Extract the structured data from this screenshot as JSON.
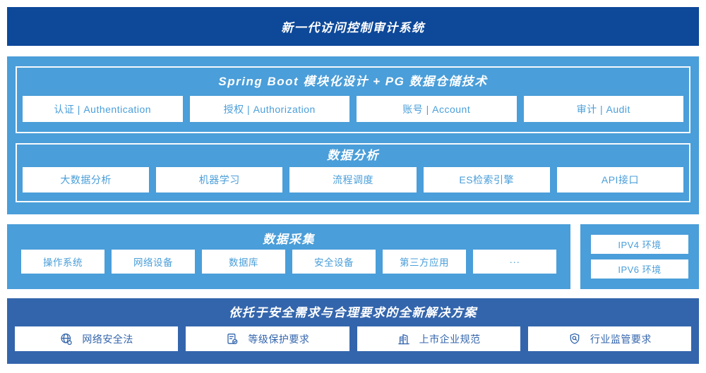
{
  "colors": {
    "banner_bg": "#0d4899",
    "section_bg": "#4a9ed9",
    "solution_bg": "#3365ac",
    "chip_bg": "#ffffff",
    "chip_text": "#4a9ed9",
    "solution_chip_text": "#3365ac",
    "title_text": "#ffffff"
  },
  "banner": {
    "title": "新一代访问控制审计系统"
  },
  "platform": {
    "modules": {
      "title": "Spring Boot 模块化设计 + PG 数据仓储技术",
      "items": [
        "认证 | Authentication",
        "授权 | Authorization",
        "账号 | Account",
        "审计 | Audit"
      ]
    },
    "analysis": {
      "title": "数据分析",
      "items": [
        "大数据分析",
        "机器学习",
        "流程调度",
        "ES检索引擎",
        "API接口"
      ]
    }
  },
  "collection": {
    "title": "数据采集",
    "items": [
      "操作系统",
      "网络设备",
      "数据库",
      "安全设备",
      "第三方应用",
      "···"
    ]
  },
  "environments": {
    "items": [
      "IPV4 环境",
      "IPV6 环境"
    ]
  },
  "solution": {
    "title": "依托于安全需求与合理要求的全新解决方案",
    "items": [
      {
        "icon": "globe-network-icon",
        "label": "网络安全法"
      },
      {
        "icon": "document-check-icon",
        "label": "等级保护要求"
      },
      {
        "icon": "building-icon",
        "label": "上市企业规范"
      },
      {
        "icon": "shield-search-icon",
        "label": "行业监管要求"
      }
    ]
  }
}
